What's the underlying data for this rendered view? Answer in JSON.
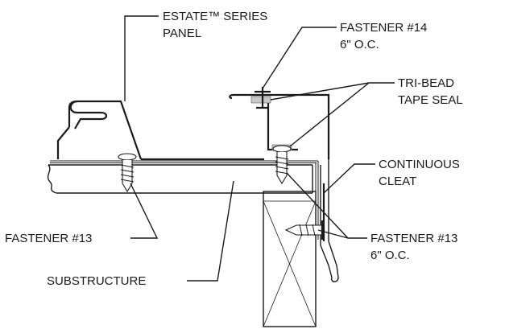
{
  "labels": {
    "panel_line1": "ESTATE™ SERIES",
    "panel_line2": "PANEL",
    "fastener14_line1": "FASTENER #14",
    "fastener14_line2": "6\" O.C.",
    "tribead_line1": "TRI-BEAD",
    "tribead_line2": "TAPE SEAL",
    "cleat_line1": "CONTINUOUS",
    "cleat_line2": "CLEAT",
    "fastener13_left": "FASTENER #13",
    "fastener13_right_line1": "FASTENER #13",
    "fastener13_right_line2": "6\" O.C.",
    "substructure": "SUBSTRUCTURE"
  }
}
